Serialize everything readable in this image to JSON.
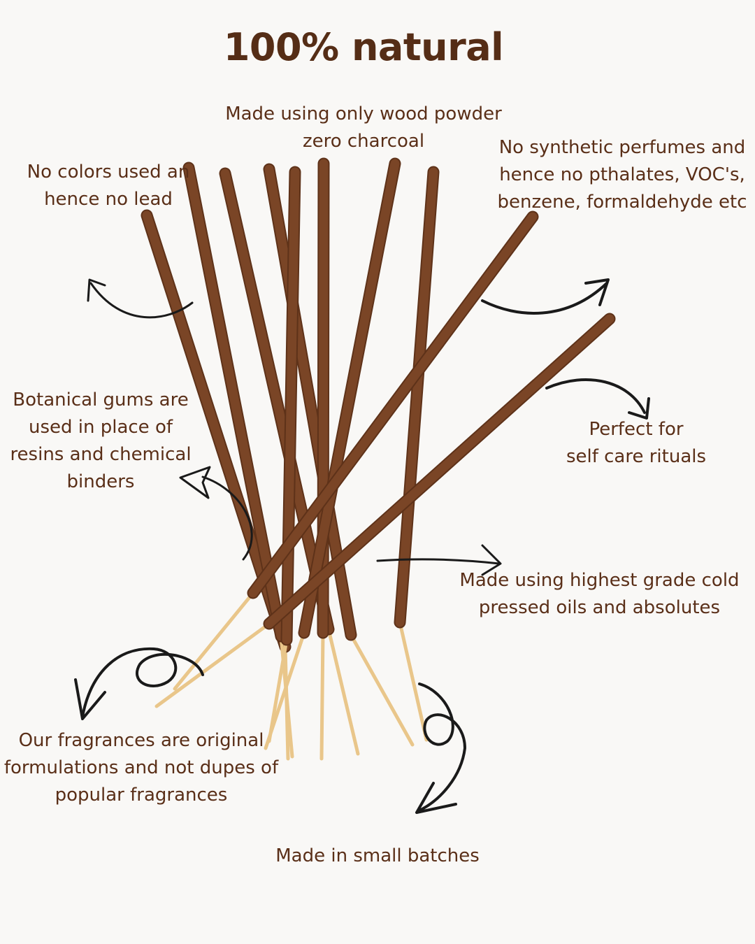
{
  "title": "100% natural",
  "labels": {
    "wood_powder": [
      "Made using only wood powder",
      "zero charcoal"
    ],
    "no_colors": [
      "No colors used an",
      "hence no lead"
    ],
    "no_synthetic": [
      "No synthetic perfumes and",
      "hence no pthalates, VOC's,",
      "benzene, formaldehyde etc"
    ],
    "botanical_gums": [
      "Botanical gums are",
      "used in place of",
      "resins and chemical",
      "binders"
    ],
    "self_care": [
      "Perfect for",
      "self care rituals"
    ],
    "oils": [
      "Made using highest grade cold",
      "pressed oils and absolutes"
    ],
    "original": [
      "Our fragrances are  original",
      "formulations and not dupes of",
      "popular fragrances"
    ],
    "small_batches": [
      "Made in small batches"
    ]
  },
  "colors": {
    "text": "#5a2f18",
    "title": "#552d16",
    "stick_masala": "#7a4526",
    "stick_bamboo": "#e9c68a",
    "arrow": "#1a1a1a",
    "background": "#f9f8f6"
  },
  "sticks": [
    {
      "top": [
        210,
        308
      ],
      "junction": [
        408,
        925
      ],
      "end": [
        412,
        1085
      ]
    },
    {
      "top": [
        270,
        240
      ],
      "junction": [
        402,
        910
      ],
      "end": [
        418,
        1082
      ]
    },
    {
      "top": [
        322,
        248
      ],
      "junction": [
        470,
        900
      ],
      "end": [
        512,
        1078
      ]
    },
    {
      "top": [
        385,
        242
      ],
      "junction": [
        502,
        908
      ],
      "end": [
        590,
        1065
      ]
    },
    {
      "top": [
        422,
        246
      ],
      "junction": [
        410,
        915
      ],
      "end": [
        385,
        1060
      ]
    },
    {
      "top": [
        463,
        234
      ],
      "junction": [
        462,
        905
      ],
      "end": [
        460,
        1085
      ]
    },
    {
      "top": [
        565,
        234
      ],
      "junction": [
        435,
        905
      ],
      "end": [
        380,
        1070
      ]
    },
    {
      "top": [
        620,
        246
      ],
      "junction": [
        572,
        890
      ],
      "end": [
        610,
        1058
      ]
    },
    {
      "top": [
        762,
        310
      ],
      "junction": [
        362,
        848
      ],
      "end": [
        250,
        985
      ]
    },
    {
      "top": [
        872,
        456
      ],
      "junction": [
        385,
        892
      ],
      "end": [
        224,
        1010
      ]
    }
  ]
}
